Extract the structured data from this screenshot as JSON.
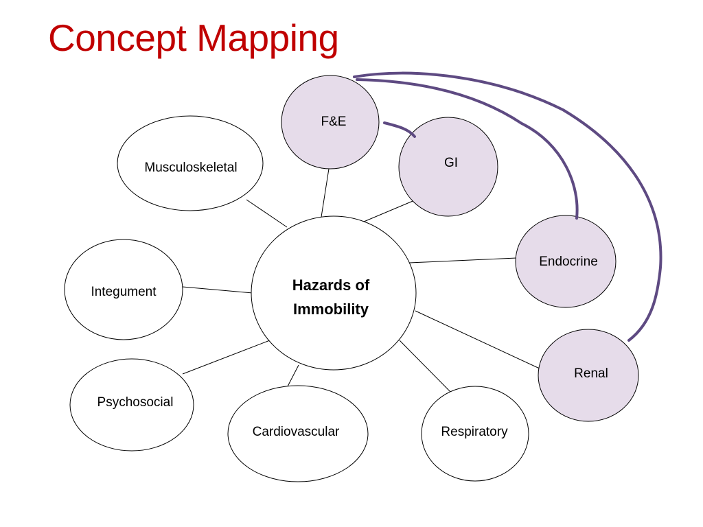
{
  "slide": {
    "title": "Concept Mapping"
  },
  "colors": {
    "title": "#c00000",
    "highlight_fill": "#e6dcea",
    "connector": "#5e4a82"
  },
  "diagram": {
    "center": {
      "label_line1": "Hazards of",
      "label_line2": "Immobility"
    },
    "nodes": {
      "fe": "F&E",
      "gi": "GI",
      "musculoskeletal": "Musculoskeletal",
      "integument": "Integument",
      "endocrine": "Endocrine",
      "renal": "Renal",
      "psychosocial": "Psychosocial",
      "cardiovascular": "Cardiovascular",
      "respiratory": "Respiratory"
    }
  }
}
